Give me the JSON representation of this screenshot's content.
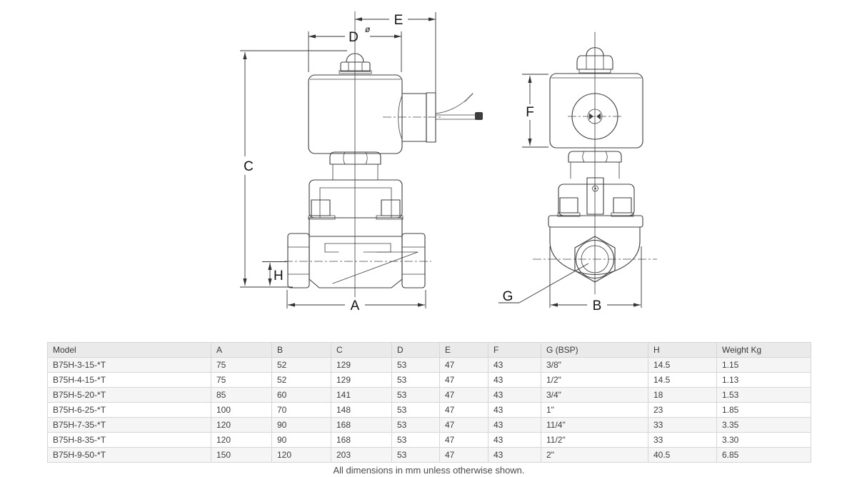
{
  "drawing": {
    "dimension_labels": {
      "A": "A",
      "B": "B",
      "C": "C",
      "D": "D",
      "diameter_symbol": "ø",
      "E": "E",
      "F": "F",
      "G": "G",
      "H": "H"
    }
  },
  "table": {
    "columns": [
      "Model",
      "A",
      "B",
      "C",
      "D",
      "E",
      "F",
      "G (BSP)",
      "H",
      "Weight Kg"
    ],
    "rows": [
      [
        "B75H-3-15-*T",
        "75",
        "52",
        "129",
        "53",
        "47",
        "43",
        "3/8\"",
        "14.5",
        "1.15"
      ],
      [
        "B75H-4-15-*T",
        "75",
        "52",
        "129",
        "53",
        "47",
        "43",
        "1/2\"",
        "14.5",
        "1.13"
      ],
      [
        "B75H-5-20-*T",
        "85",
        "60",
        "141",
        "53",
        "47",
        "43",
        "3/4\"",
        "18",
        "1.53"
      ],
      [
        "B75H-6-25-*T",
        "100",
        "70",
        "148",
        "53",
        "47",
        "43",
        "1\"",
        "23",
        "1.85"
      ],
      [
        "B75H-7-35-*T",
        "120",
        "90",
        "168",
        "53",
        "47",
        "43",
        "11/4\"",
        "33",
        "3.35"
      ],
      [
        "B75H-8-35-*T",
        "120",
        "90",
        "168",
        "53",
        "47",
        "43",
        "11/2\"",
        "33",
        "3.30"
      ],
      [
        "B75H-9-50-*T",
        "150",
        "120",
        "203",
        "53",
        "47",
        "43",
        "2\"",
        "40.5",
        "6.85"
      ]
    ],
    "footnote": "All dimensions in mm unless otherwise shown."
  }
}
